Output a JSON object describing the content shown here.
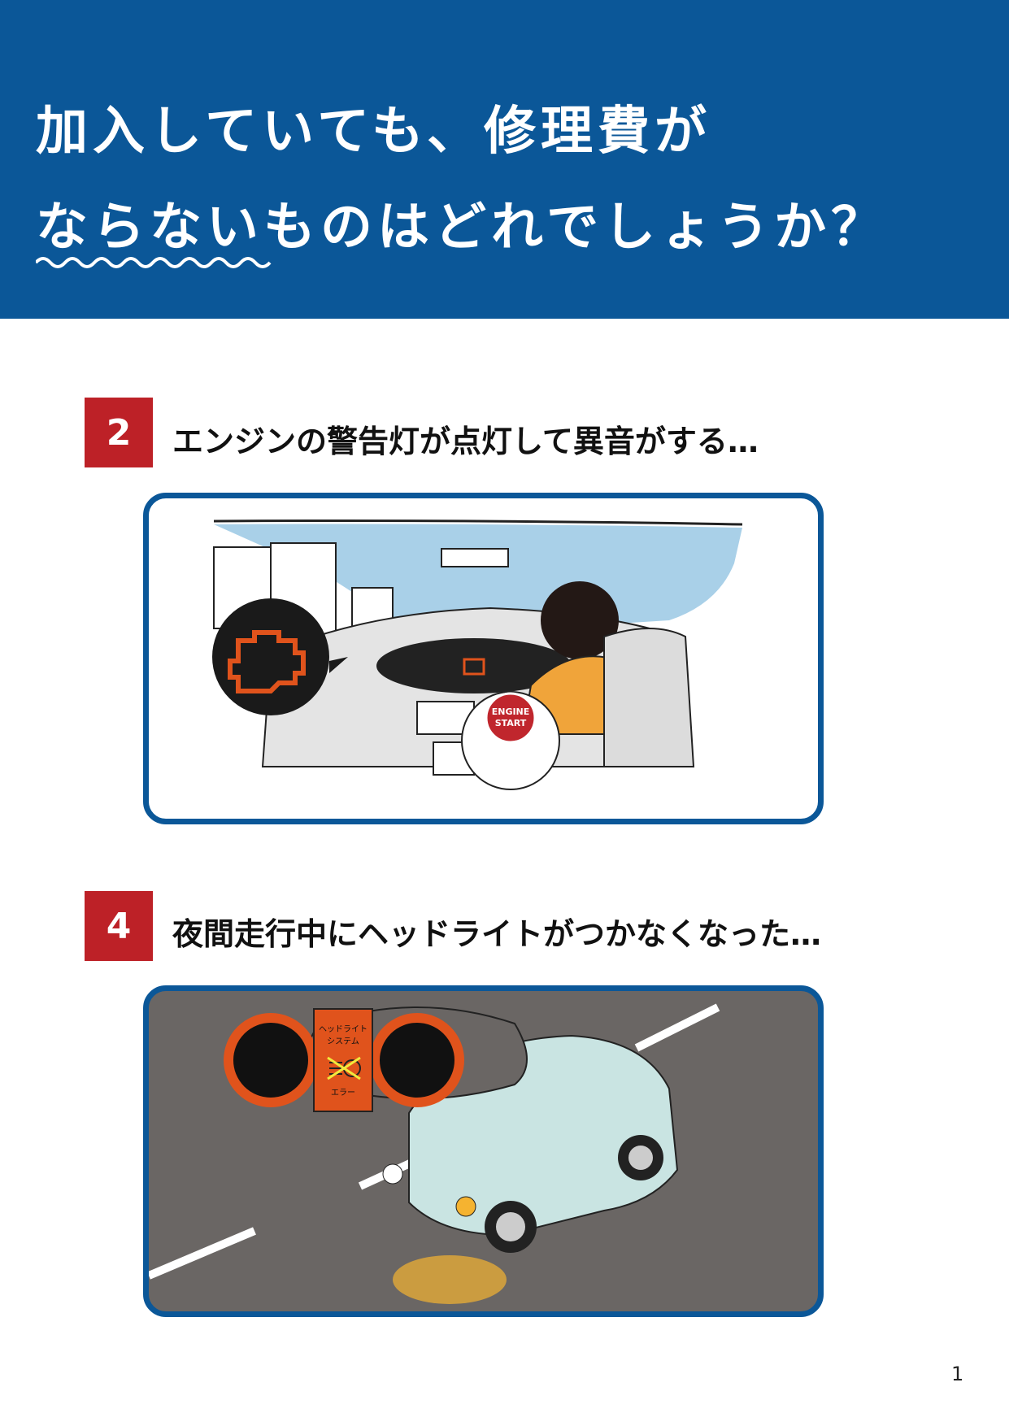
{
  "header": {
    "title_line1": "加入していても、修理費が",
    "title_line2": "ならないものはどれでしょうか？"
  },
  "questions": [
    {
      "number": "2",
      "text": "エンジンの警告灯が点灯して異音がする…",
      "illustration": {
        "button_line1": "ENGINE",
        "button_line2": "START"
      }
    },
    {
      "number": "4",
      "text": "夜間走行中にヘッドライトがつかなくなった…",
      "illustration": {
        "panel_line1": "ヘッドライト",
        "panel_line2": "システム",
        "panel_error": "エラー"
      }
    }
  ],
  "page_number": "1",
  "colors": {
    "header": "#0b5798",
    "badge": "#bd2127",
    "warning": "#e0531c"
  }
}
